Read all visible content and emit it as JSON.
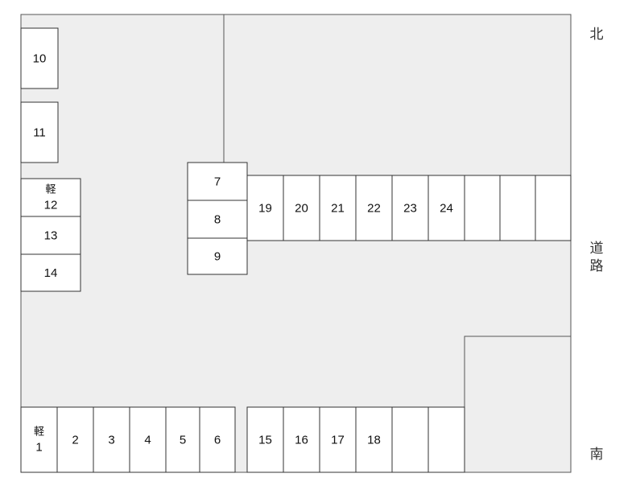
{
  "map": {
    "colors": {
      "lot_fill": "#eeeeee",
      "line": "#555555",
      "slot_fill": "#ffffff"
    },
    "kei_label": "軽",
    "slots": [
      {
        "id": "slot-10",
        "label": "10"
      },
      {
        "id": "slot-11",
        "label": "11"
      },
      {
        "id": "slot-12",
        "label": "12",
        "kei": true
      },
      {
        "id": "slot-13",
        "label": "13"
      },
      {
        "id": "slot-14",
        "label": "14"
      },
      {
        "id": "slot-7",
        "label": "7"
      },
      {
        "id": "slot-8",
        "label": "8"
      },
      {
        "id": "slot-9",
        "label": "9"
      },
      {
        "id": "slot-19",
        "label": "19"
      },
      {
        "id": "slot-20",
        "label": "20"
      },
      {
        "id": "slot-21",
        "label": "21"
      },
      {
        "id": "slot-22",
        "label": "22"
      },
      {
        "id": "slot-23",
        "label": "23"
      },
      {
        "id": "slot-24",
        "label": "24"
      },
      {
        "id": "slot-row-right-1",
        "label": ""
      },
      {
        "id": "slot-row-right-2",
        "label": ""
      },
      {
        "id": "slot-row-right-3",
        "label": ""
      },
      {
        "id": "slot-1",
        "label": "1",
        "kei": true
      },
      {
        "id": "slot-2",
        "label": "2"
      },
      {
        "id": "slot-3",
        "label": "3"
      },
      {
        "id": "slot-4",
        "label": "4"
      },
      {
        "id": "slot-5",
        "label": "5"
      },
      {
        "id": "slot-6",
        "label": "6"
      },
      {
        "id": "slot-15",
        "label": "15"
      },
      {
        "id": "slot-16",
        "label": "16"
      },
      {
        "id": "slot-17",
        "label": "17"
      },
      {
        "id": "slot-18",
        "label": "18"
      },
      {
        "id": "slot-bottom-blank-1",
        "label": ""
      },
      {
        "id": "slot-bottom-blank-2",
        "label": ""
      }
    ],
    "compass": {
      "north": "北",
      "road_1": "道",
      "road_2": "路",
      "south": "南"
    }
  }
}
